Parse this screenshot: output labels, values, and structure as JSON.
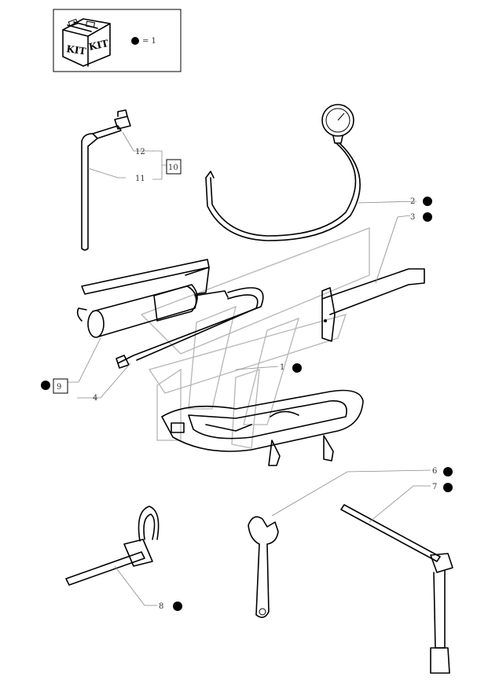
{
  "legend": {
    "kit_text_1": "KIT",
    "kit_text_2": "KIT",
    "equals_text": "= 1"
  },
  "callouts": [
    {
      "id": "c1",
      "number": "1",
      "marker": true
    },
    {
      "id": "c2",
      "number": "2",
      "marker": true
    },
    {
      "id": "c3",
      "number": "3",
      "marker": true
    },
    {
      "id": "c4",
      "number": "4",
      "marker": false
    },
    {
      "id": "c6",
      "number": "6",
      "marker": true
    },
    {
      "id": "c7",
      "number": "7",
      "marker": true
    },
    {
      "id": "c8",
      "number": "8",
      "marker": true
    },
    {
      "id": "c9",
      "number": "9",
      "marker": true
    },
    {
      "id": "c10",
      "number": "10",
      "marker": false
    },
    {
      "id": "c11",
      "number": "11",
      "marker": false
    },
    {
      "id": "c12",
      "number": "12",
      "marker": false
    }
  ],
  "colors": {
    "line": "#000000",
    "watermark": "#b5b5b5",
    "leader": "#888888"
  }
}
